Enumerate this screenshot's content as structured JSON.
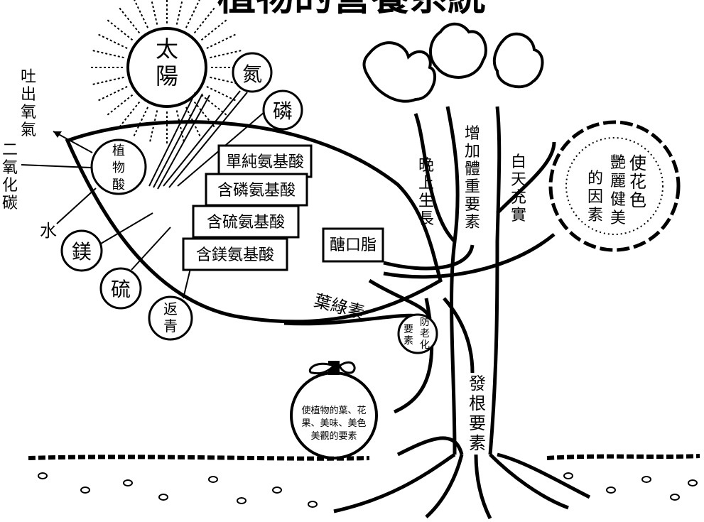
{
  "title": "植物的營養系統",
  "sun": {
    "label": "太陽"
  },
  "nutrients": {
    "nitrogen": "氮",
    "phosphorus": "磷",
    "magnesium": "鎂",
    "sulfur": "硫",
    "water": "水",
    "co2": "二氧化碳",
    "oxygen_out": "吐出氧氣"
  },
  "plant_acid": "植物酸",
  "amino_acids": [
    "單純氨基酸",
    "含磷氨基酸",
    "含硫氨基酸",
    "含鎂氨基酸"
  ],
  "labels": {
    "lignin": "醣口脂",
    "leaf_green": "葉綠素",
    "return_blue": "返青",
    "night_growth": "晚上生長",
    "weight_factor": "增加體重要素",
    "day_fill": "白天充實",
    "flower_beauty": "使花色艷麗健美的因素",
    "anti_old": "防老化要素",
    "root_factor": "發根要素",
    "fruit_note": "使植物的葉、花、果、美味、美色美觀的要素"
  },
  "colors": {
    "ink": "#000000",
    "paper": "#ffffff"
  }
}
